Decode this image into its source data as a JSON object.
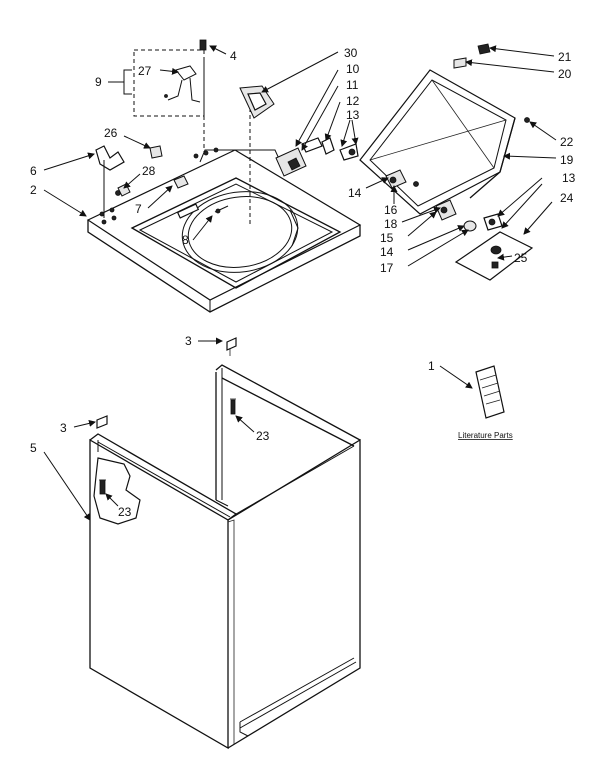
{
  "callouts": [
    "1",
    "2",
    "3",
    "3",
    "4",
    "5",
    "6",
    "7",
    "8",
    "9",
    "10",
    "11",
    "12",
    "13",
    "13",
    "14",
    "14",
    "15",
    "16",
    "17",
    "18",
    "19",
    "20",
    "21",
    "22",
    "23",
    "23",
    "24",
    "25",
    "26",
    "27",
    "28",
    "30"
  ],
  "literature_caption": "Literature Parts"
}
